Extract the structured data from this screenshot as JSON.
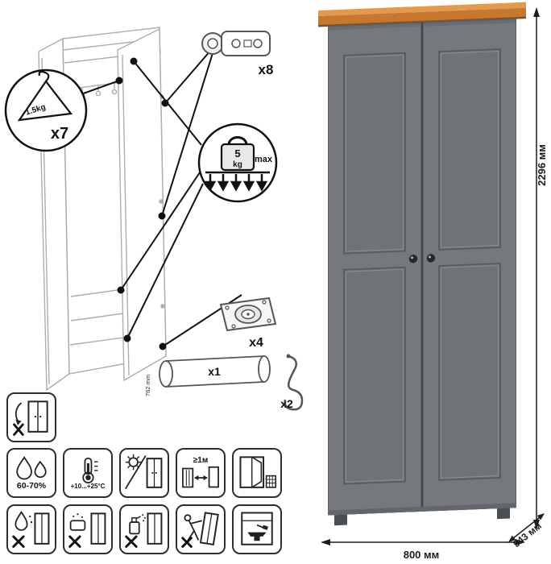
{
  "hardware": {
    "hanger_count": "x7",
    "hanger_capacity": "1.5kg",
    "load_value": "5",
    "load_unit": "kg",
    "load_max": "max",
    "hinge_count": "x8",
    "support_count": "x4",
    "rod_count": "x1",
    "rod_length": "762 mm",
    "hook_count": "x2"
  },
  "care": {
    "humidity": "60-70%",
    "temperature": "+10...+25°C",
    "distance": "≥1м"
  },
  "dimensions": {
    "height": "2296 мм",
    "width": "800 мм",
    "depth": "543 мм"
  },
  "colors": {
    "top_trim": "#c8772e",
    "door_gray": "#75797d",
    "panel_gray": "#6f7377",
    "line_art_gray": "#a9aeb4",
    "annotation_black": "#1c1c1c"
  },
  "icons": {
    "callouts": [
      "hanger-icon",
      "weight-icon"
    ],
    "hardware": [
      "hinge-icon",
      "leg-support-icon",
      "hanging-rod-icon",
      "hook-icon"
    ],
    "care": [
      "no-tilt-icon",
      "humidity-icon",
      "temperature-icon",
      "no-direct-sunlight-icon",
      "heater-distance-icon",
      "ventilation-icon",
      "no-wet-cleaning-icon",
      "no-abrasive-icon",
      "no-solvent-icon",
      "no-dragging-icon",
      "no-heavy-impact-icon"
    ]
  }
}
